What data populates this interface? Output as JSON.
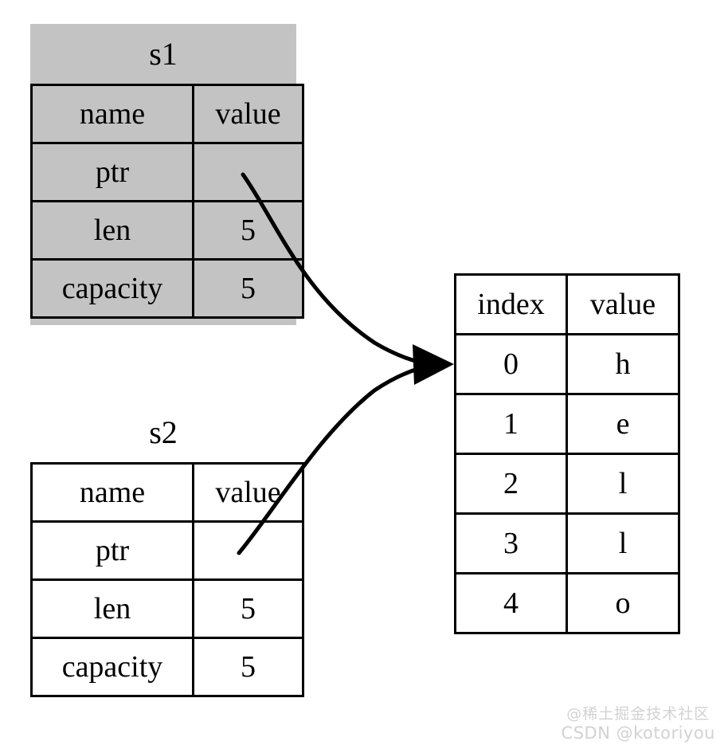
{
  "diagram": {
    "title_s1": "s1",
    "title_s2": "s2",
    "colors": {
      "stack_block_fill": "#c3c3c3",
      "heap_fill": "#ffffff",
      "border": "#000000",
      "watermark": "#d2d2d2"
    }
  },
  "s1": {
    "label": "s1",
    "headers": {
      "name": "name",
      "value": "value"
    },
    "rows": [
      {
        "name": "ptr",
        "value": ""
      },
      {
        "name": "len",
        "value": "5"
      },
      {
        "name": "capacity",
        "value": "5"
      }
    ]
  },
  "s2": {
    "label": "s2",
    "headers": {
      "name": "name",
      "value": "value"
    },
    "rows": [
      {
        "name": "ptr",
        "value": ""
      },
      {
        "name": "len",
        "value": "5"
      },
      {
        "name": "capacity",
        "value": "5"
      }
    ]
  },
  "heap": {
    "headers": {
      "index": "index",
      "value": "value"
    },
    "rows": [
      {
        "index": "0",
        "value": "h"
      },
      {
        "index": "1",
        "value": "e"
      },
      {
        "index": "2",
        "value": "l"
      },
      {
        "index": "3",
        "value": "l"
      },
      {
        "index": "4",
        "value": "o"
      }
    ]
  },
  "watermark": {
    "line1": "@稀土掘金技术社区",
    "line2": "CSDN @kotoriyou"
  }
}
